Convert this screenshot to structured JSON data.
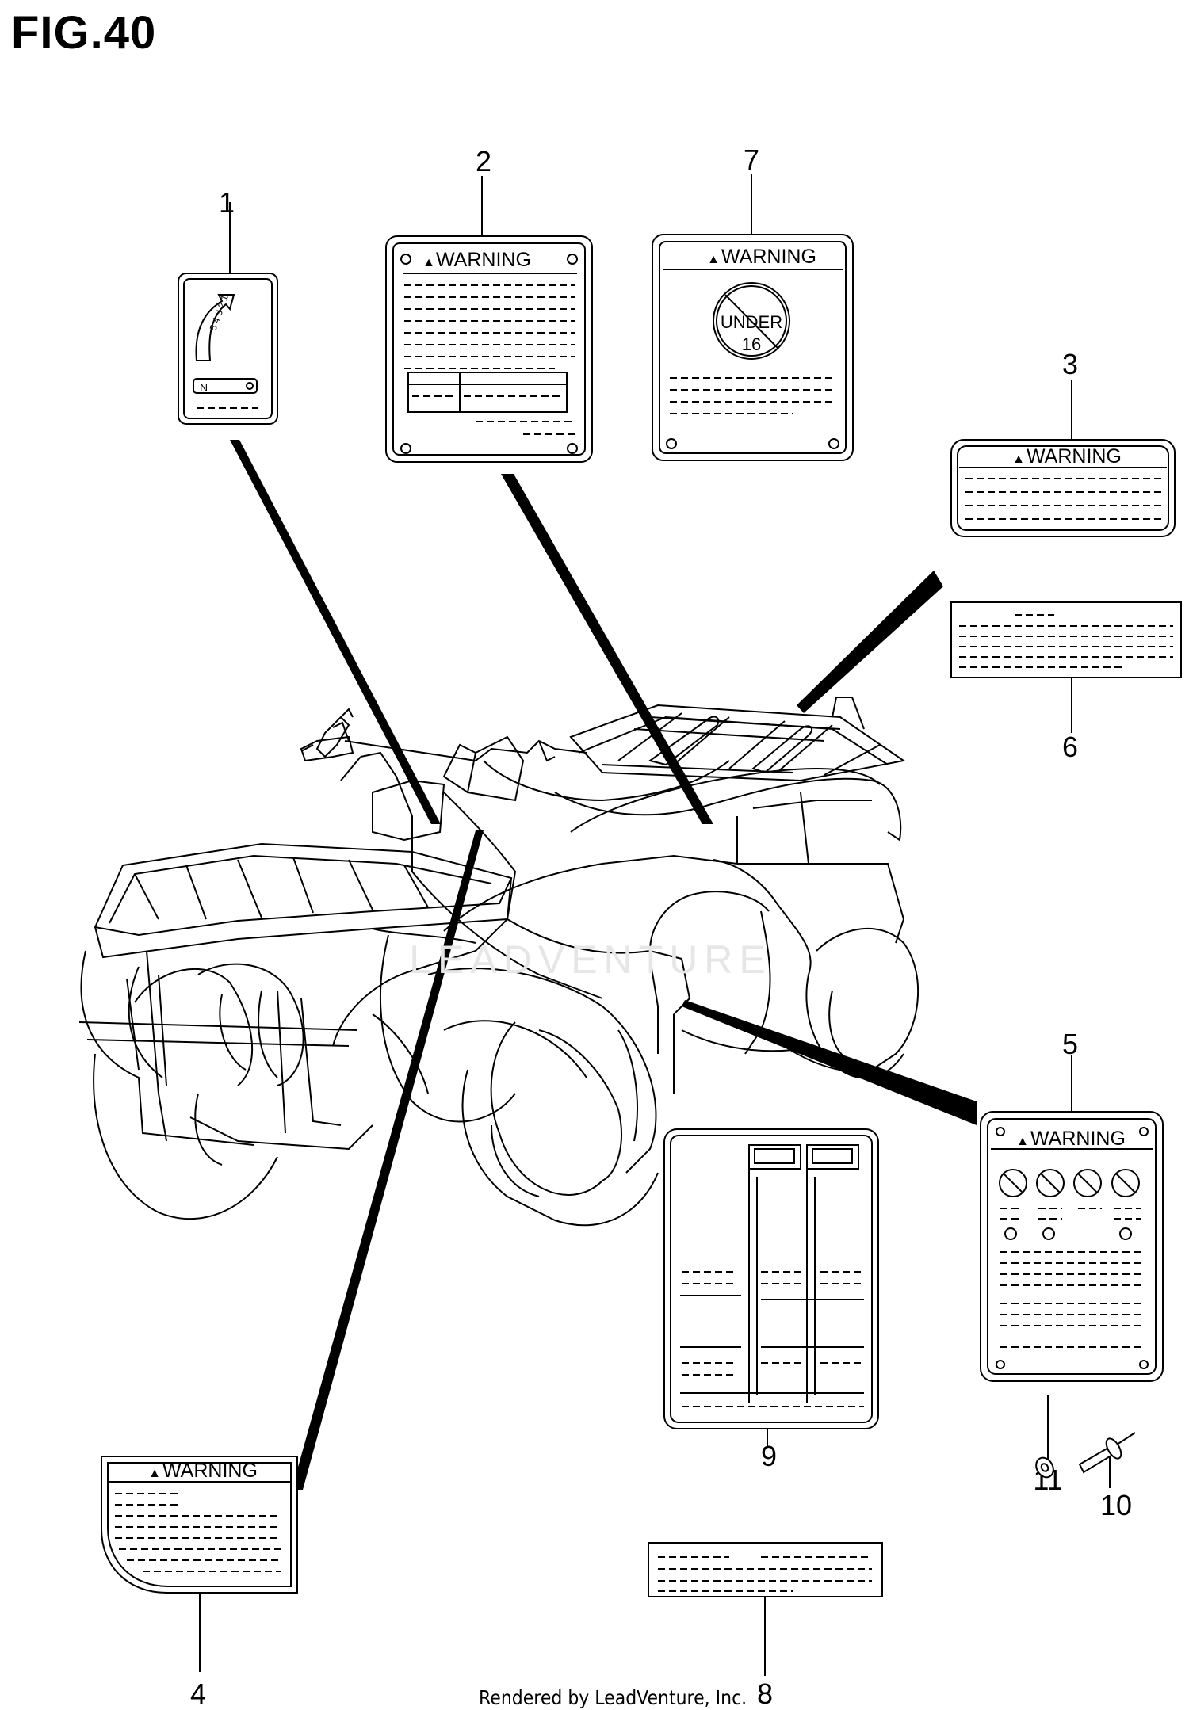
{
  "figure": {
    "title": "FIG.40"
  },
  "footer": {
    "credit": "Rendered by LeadVenture, Inc."
  },
  "watermark": {
    "text": "LEADVENTURE"
  },
  "callouts": [
    "1",
    "2",
    "3",
    "4",
    "5",
    "6",
    "7",
    "8",
    "9",
    "10",
    "11"
  ],
  "labels": {
    "warning_text": "WARNING",
    "age_line1": "UNDER",
    "age_line2": "16",
    "neutral_mark": "N",
    "gears": "5 4 3 2 1"
  }
}
